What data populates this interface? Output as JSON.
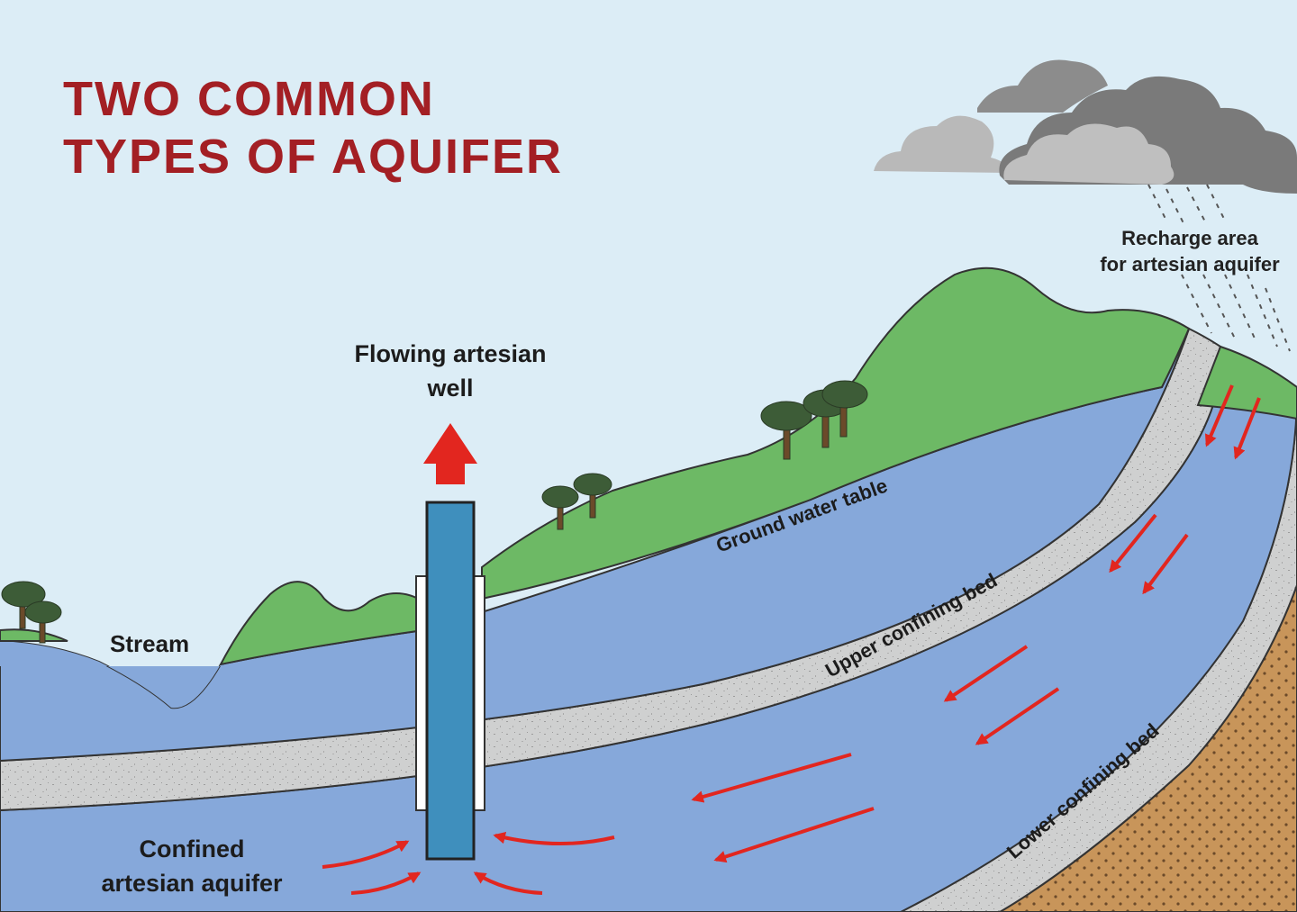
{
  "title": {
    "line1": "TWO COMMON",
    "line2": "TYPES OF AQUIFER"
  },
  "labels": {
    "well_line1": "Flowing artesian",
    "well_line2": "well",
    "stream": "Stream",
    "confined_line1": "Confined",
    "confined_line2": "artesian aquifer",
    "recharge_line1": "Recharge area",
    "recharge_line2": "for artesian aquifer",
    "ground_water_table": "Ground water table",
    "upper_confining_bed": "Upper confining bed",
    "lower_confining_bed": "Lower confining bed"
  },
  "colors": {
    "sky": "#dcedf6",
    "title": "#a31f24",
    "grass": "#6db965",
    "water": "#86a8da",
    "confining_bed": "#cfd0d0",
    "bedrock": "#c8955a",
    "well_pipe": "#3f8fbd",
    "flow_arrow": "#e2261f",
    "cloud_dark": "#7a7a7a",
    "cloud_light": "#b9b9b9"
  }
}
